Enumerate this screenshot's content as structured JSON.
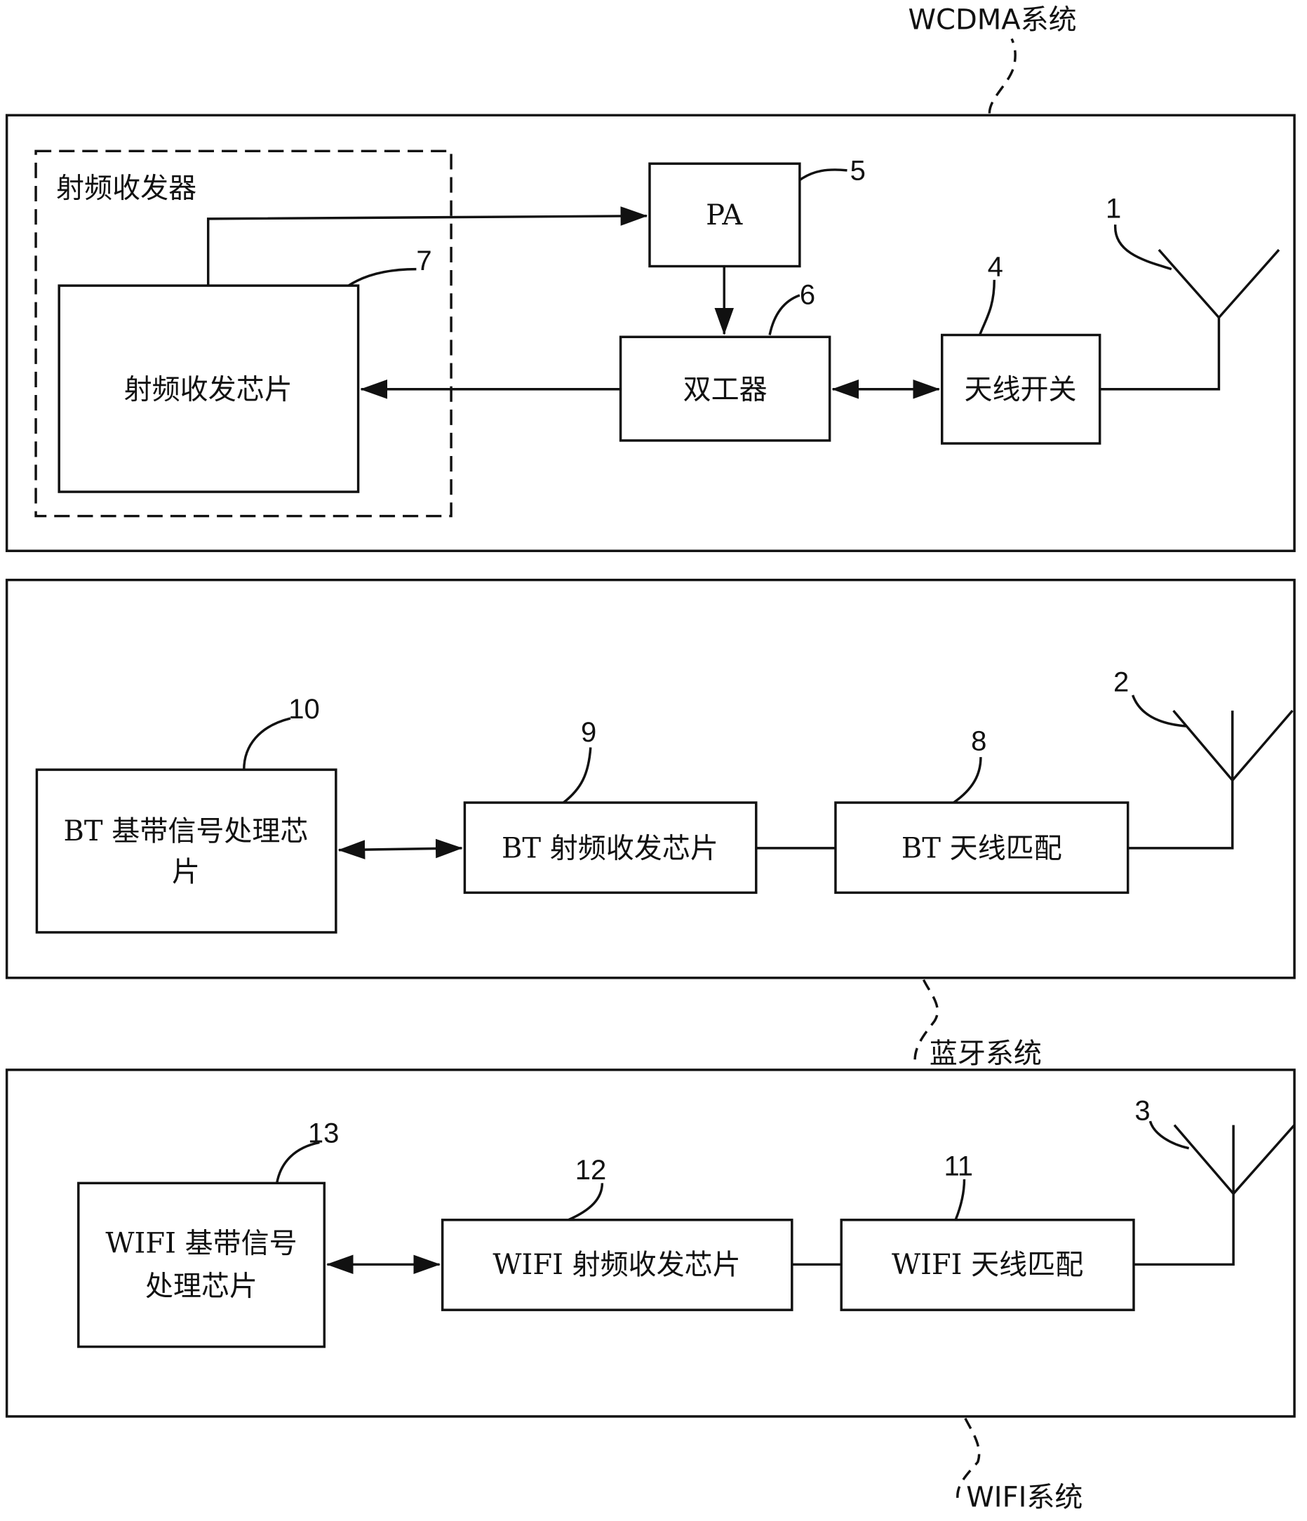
{
  "systems": {
    "wcdma": "WCDMA系统",
    "bluetooth": "蓝牙系统",
    "wifi": "WIFI系统"
  },
  "wcdma": {
    "transceiver_group": "射频收发器",
    "rf_chip": "射频收发芯片",
    "pa": "PA",
    "duplexer": "双工器",
    "antenna_switch": "天线开关",
    "ref_antenna": "1",
    "ref_switch": "4",
    "ref_pa": "5",
    "ref_duplexer": "6",
    "ref_rf_chip": "7"
  },
  "bluetooth": {
    "baseband_line1": "BT 基带信号处理芯",
    "baseband_line2": "片",
    "rf_chip": "BT 射频收发芯片",
    "antenna_match": "BT 天线匹配",
    "ref_antenna": "2",
    "ref_match": "8",
    "ref_rf_chip": "9",
    "ref_baseband": "10"
  },
  "wifi": {
    "baseband_line1": "WIFI 基带信号",
    "baseband_line2": "处理芯片",
    "rf_chip": "WIFI 射频收发芯片",
    "antenna_match": "WIFI 天线匹配",
    "ref_antenna": "3",
    "ref_match": "11",
    "ref_rf_chip": "12",
    "ref_baseband": "13"
  }
}
